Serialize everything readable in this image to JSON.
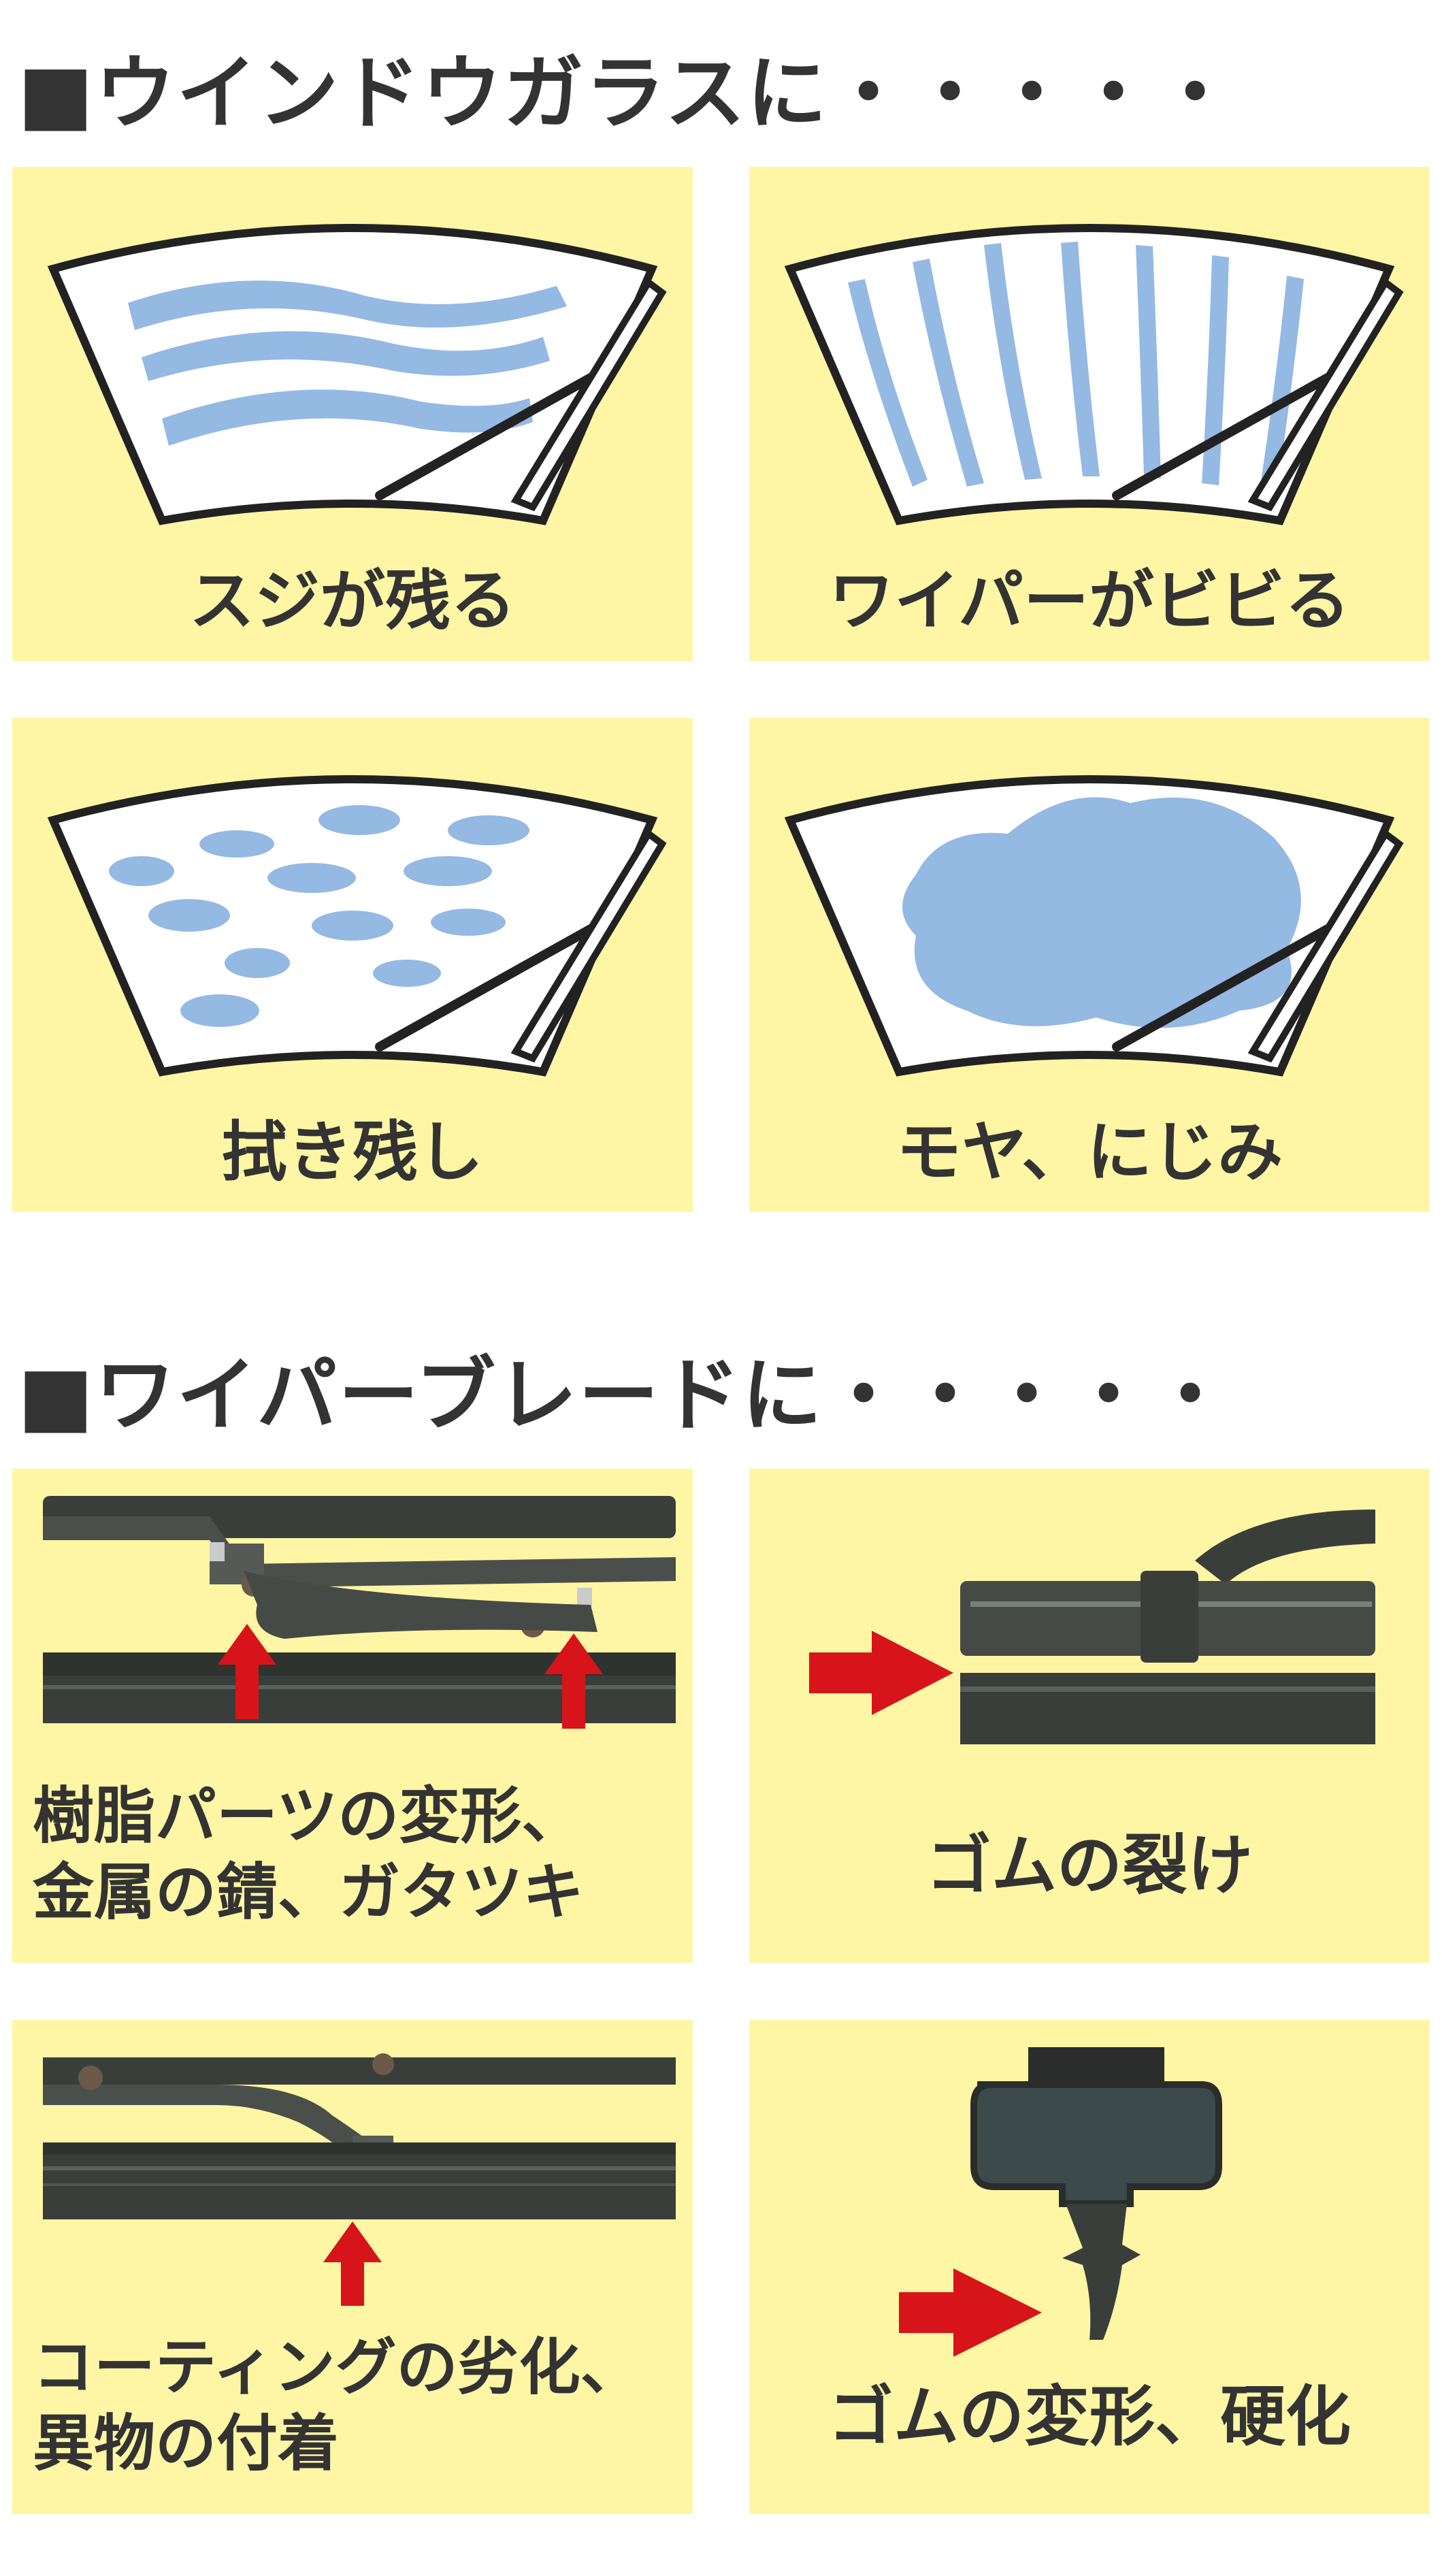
{
  "section_windshield": {
    "title": "■ウインドウガラスに・・・・・"
  },
  "windshield_panels": [
    {
      "caption": "スジが残る"
    },
    {
      "caption": "ワイパーがビビる"
    },
    {
      "caption": "拭き残し"
    },
    {
      "caption": "モヤ、にじみ"
    }
  ],
  "section_blade": {
    "title": "■ワイパーブレードに・・・・・"
  },
  "blade_panels": [
    {
      "caption_lines": [
        "樹脂パーツの変形、",
        "金属の錆、ガタツキ"
      ]
    },
    {
      "caption": "ゴムの裂け"
    },
    {
      "caption_lines": [
        "コーティングの劣化、",
        "異物の付着"
      ]
    },
    {
      "caption": "ゴムの変形、硬化"
    }
  ],
  "colors": {
    "panel_bg": "#fef6a4",
    "water": "#94b9e3",
    "arrow_red": "#d7141a",
    "text": "#333333",
    "blade_dark": "#3a3e3b"
  }
}
